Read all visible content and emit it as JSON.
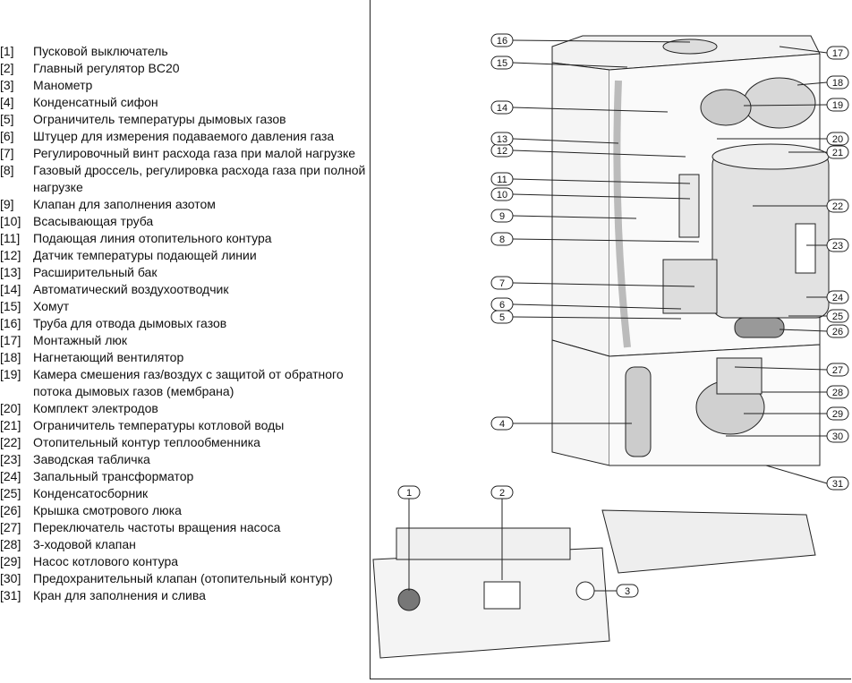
{
  "legend": [
    {
      "num": "[1]",
      "text": "Пусковой выключатель"
    },
    {
      "num": "[2]",
      "text": "Главный регулятор BC20"
    },
    {
      "num": "[3]",
      "text": "Манометр"
    },
    {
      "num": "[4]",
      "text": "Конденсатный сифон"
    },
    {
      "num": "[5]",
      "text": "Ограничитель температуры дымовых газов"
    },
    {
      "num": "[6]",
      "text": "Штуцер для измерения подаваемого давления газа"
    },
    {
      "num": "[7]",
      "text": "Регулировочный винт расхода газа при малой нагрузке"
    },
    {
      "num": "[8]",
      "text": "Газовый дроссель, регулировка расхода газа при полной нагрузке"
    },
    {
      "num": "[9]",
      "text": "Клапан для заполнения азотом"
    },
    {
      "num": "[10]",
      "text": "Всасывающая труба"
    },
    {
      "num": "[11]",
      "text": "Подающая линия отопительного контура"
    },
    {
      "num": "[12]",
      "text": "Датчик температуры подающей линии"
    },
    {
      "num": "[13]",
      "text": "Расширительный бак"
    },
    {
      "num": "[14]",
      "text": "Автоматический воздухоотводчик"
    },
    {
      "num": "[15]",
      "text": "Хомут"
    },
    {
      "num": "[16]",
      "text": "Труба для отвода дымовых газов"
    },
    {
      "num": "[17]",
      "text": "Монтажный люк"
    },
    {
      "num": "[18]",
      "text": "Нагнетающий вентилятор"
    },
    {
      "num": "[19]",
      "text": "Камера смешения газ/воздух с защитой от обратного потока дымовых газов (мембрана)"
    },
    {
      "num": "[20]",
      "text": "Комплект электродов"
    },
    {
      "num": "[21]",
      "text": "Ограничитель температуры котловой воды"
    },
    {
      "num": "[22]",
      "text": "Отопительный контур теплообменника"
    },
    {
      "num": "[23]",
      "text": "Заводская табличка"
    },
    {
      "num": "[24]",
      "text": "Запальный трансформатор"
    },
    {
      "num": "[25]",
      "text": "Конденсатосборник"
    },
    {
      "num": "[26]",
      "text": "Крышка смотрового люка"
    },
    {
      "num": "[27]",
      "text": "Переключатель частоты вращения насоса"
    },
    {
      "num": "[28]",
      "text": "3-ходовой клапан"
    },
    {
      "num": "[29]",
      "text": "Насос котлового контура"
    },
    {
      "num": "[30]",
      "text": "Предохранительный клапан (отопительный контур)"
    },
    {
      "num": "[31]",
      "text": "Кран для заполнения и слива"
    }
  ],
  "callouts": [
    "1",
    "2",
    "3",
    "4",
    "5",
    "6",
    "7",
    "8",
    "9",
    "10",
    "11",
    "12",
    "13",
    "14",
    "15",
    "16",
    "17",
    "18",
    "19",
    "20",
    "21",
    "22",
    "23",
    "24",
    "25",
    "26",
    "27",
    "28",
    "29",
    "30",
    "31"
  ]
}
